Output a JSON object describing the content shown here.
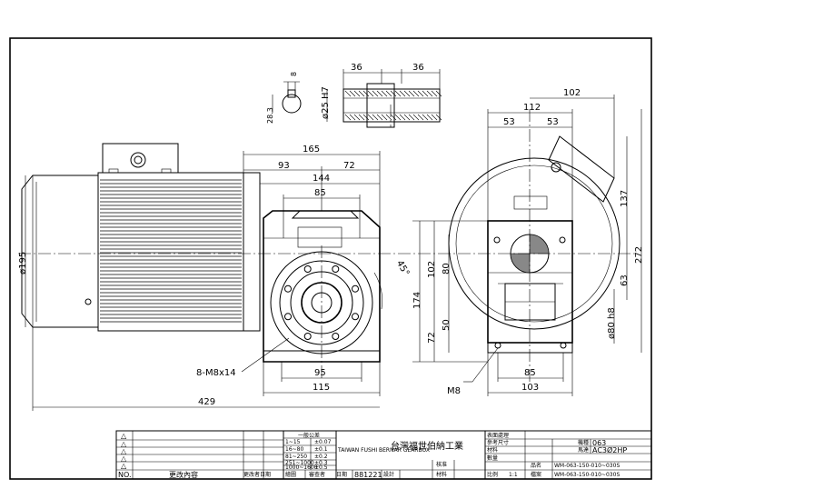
{
  "dimensions": {
    "side_view": {
      "overall_length": "429",
      "motor_diameter": "ø195",
      "top_165": "165",
      "top_93": "93",
      "top_72": "72",
      "top_144": "144",
      "flange_85": "85",
      "base_95": "95",
      "base_115": "115",
      "height_174": "174",
      "height_102": "102",
      "height_72": "72",
      "angle_45": "45°",
      "bolts": "8-M8x14"
    },
    "shaft_detail": {
      "key_width": "8",
      "key_depth": "28.3",
      "bore": "ø25 H7",
      "len_left": "36",
      "len_right": "36"
    },
    "front_view": {
      "top_102": "102",
      "top_112": "112",
      "top_53a": "53",
      "top_53b": "53",
      "right_137": "137",
      "right_272": "272",
      "right_63": "63",
      "flange_diameter": "ø80 h8",
      "left_80": "80",
      "left_50": "50",
      "base_85": "85",
      "base_103": "103",
      "bolt": "M8"
    }
  },
  "title_block": {
    "revision_rows": [
      "△",
      "△",
      "△",
      "△",
      "△"
    ],
    "rev_no_label": "NO.",
    "rev_content_label": "更改內容",
    "rev_date_label": "更改者日期",
    "tolerance_title": "一般公差",
    "tolerance_rows": [
      {
        "range": "1~15",
        "value": "±0.07"
      },
      {
        "range": "16~80",
        "value": "±0.1"
      },
      {
        "range": "81~250",
        "value": "±0.2"
      },
      {
        "range": "251~1000",
        "value": "±0.3"
      },
      {
        "range": "1000~1600",
        "value": "±0.5"
      }
    ],
    "drawing_label": "繪圖",
    "checker_label": "審查者",
    "design_label": "設計",
    "date_label": "日期",
    "date_value": "881221",
    "approve_label": "核准",
    "material_label": "材料",
    "company_name": "台灣福世伯納工業",
    "company_english": "TAIWAN FUSHI BERNAR GEARBOX",
    "handling_label": "表面處理",
    "scale_note_label": "參考尺寸",
    "material2_label": "材料",
    "qty_label": "數量",
    "scale_label": "比例",
    "scale_value": "1:1",
    "model_label": "機種",
    "model_value": "063",
    "motor_label": "馬達",
    "motor_value": "AC3Ø2HP",
    "name_label": "品名",
    "name_value": "WM-063-150-010~030S",
    "file_label": "檔案",
    "file_value": "WM-063-150-010~030S"
  }
}
